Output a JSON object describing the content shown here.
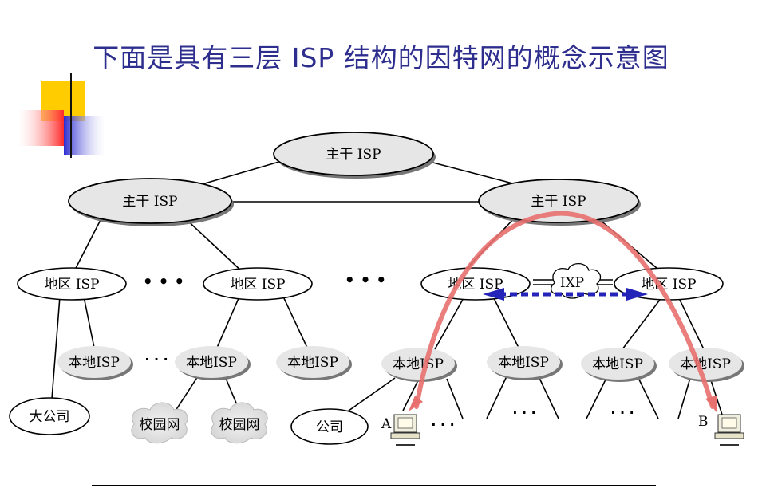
{
  "title": "下面是具有三层 ISP 结构的因特网的概念示意图",
  "nodes": {
    "backbone_top": "主干 ISP",
    "backbone_left": "主干 ISP",
    "backbone_right": "主干 ISP",
    "regional_1": "地区 ISP",
    "regional_2": "地区 ISP",
    "regional_3": "地区 ISP",
    "regional_4": "地区 ISP",
    "ixp": "IXP",
    "local_1": "本地ISP",
    "local_2": "本地ISP",
    "local_3": "本地ISP",
    "local_4": "本地ISP",
    "local_5": "本地ISP",
    "local_6": "本地ISP",
    "local_7": "本地ISP",
    "big_company": "大公司",
    "campus_1": "校园网",
    "campus_2": "校园网",
    "company": "公司",
    "host_a": "A",
    "host_b": "B"
  },
  "ellipsis": "• • •",
  "ellipsis_small": "· · ·"
}
